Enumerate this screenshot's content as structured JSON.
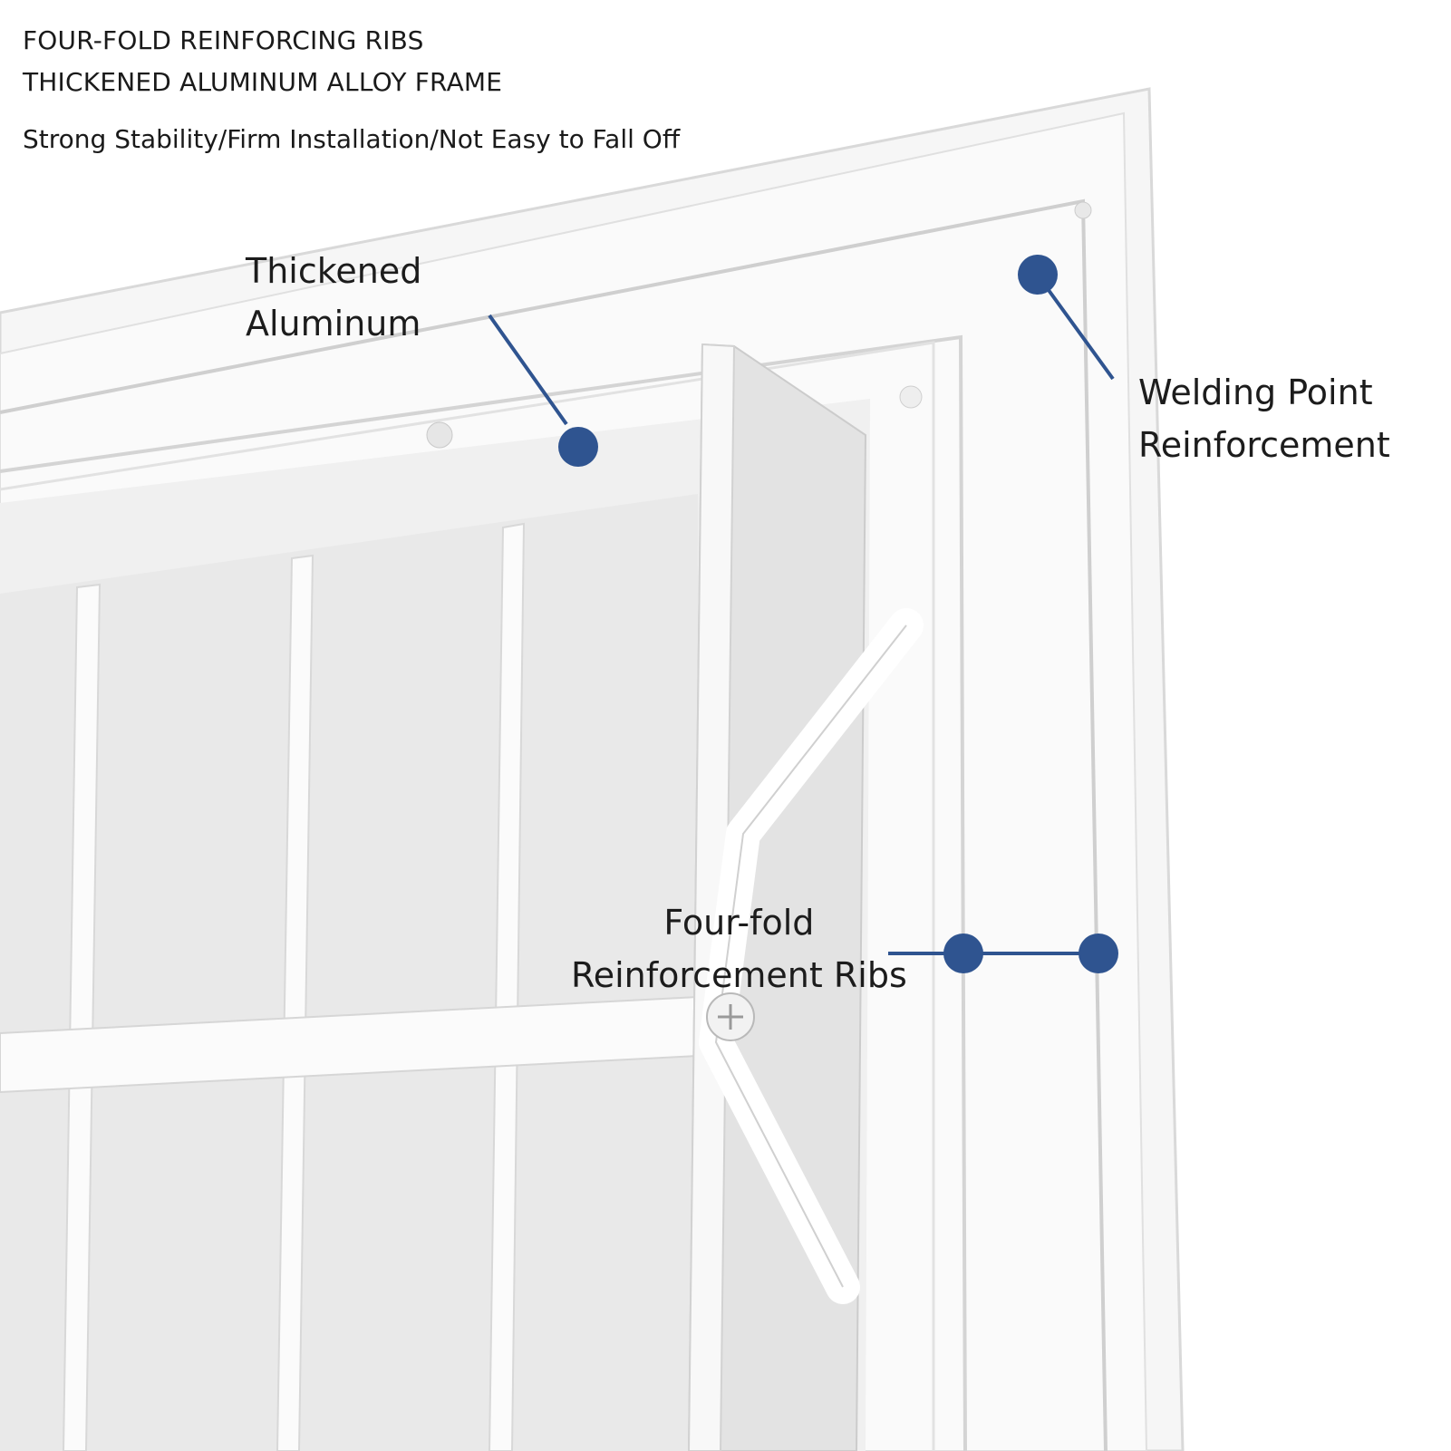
{
  "header": {
    "line1": "FOUR-FOLD REINFORCING RIBS",
    "line2": "THICKENED ALUMINUM ALLOY FRAME",
    "line3": "Strong Stability/Firm Installation/Not Easy to Fall Off"
  },
  "callouts": {
    "thickened_aluminum": {
      "line1": "Thickened",
      "line2": "Aluminum"
    },
    "welding_point": {
      "line1": "Welding Point",
      "line2": "Reinforcement"
    },
    "four_fold_ribs": {
      "line1": "Four-fold",
      "line2": "Reinforcement Ribs"
    }
  },
  "colors": {
    "marker": "#2f5490",
    "frame": "#f4f4f4",
    "louver": "#ececec",
    "shadow": "#d6d6d6"
  }
}
